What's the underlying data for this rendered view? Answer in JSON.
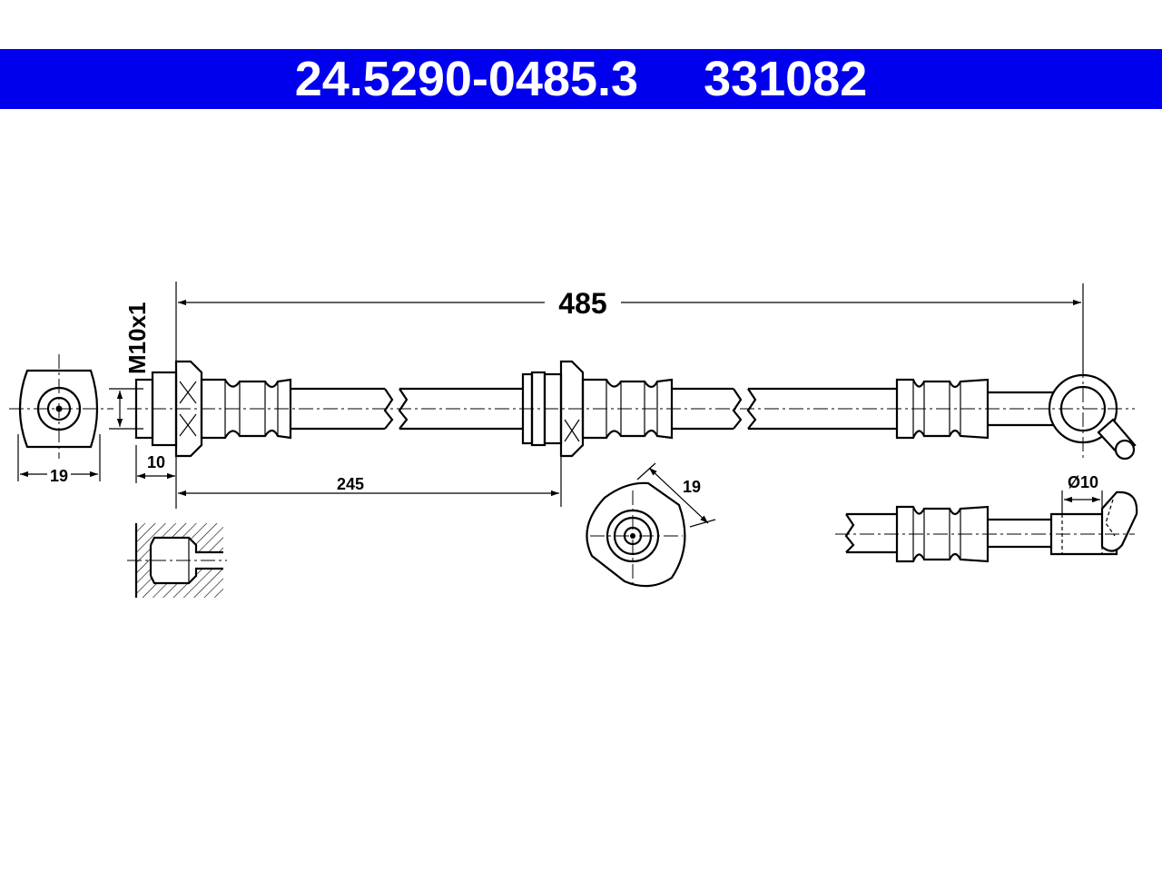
{
  "header": {
    "part_number": "24.5290-0485.3",
    "ref_number": "331082",
    "background_color": "#0000ee",
    "text_color": "#ffffff"
  },
  "dimensions": {
    "overall_length": "485",
    "thread": "M10x1",
    "left_fitting_width": "19",
    "thread_length": "10",
    "bracket_position": "245",
    "bracket_width": "19",
    "banjo_diameter": "Ø10"
  }
}
